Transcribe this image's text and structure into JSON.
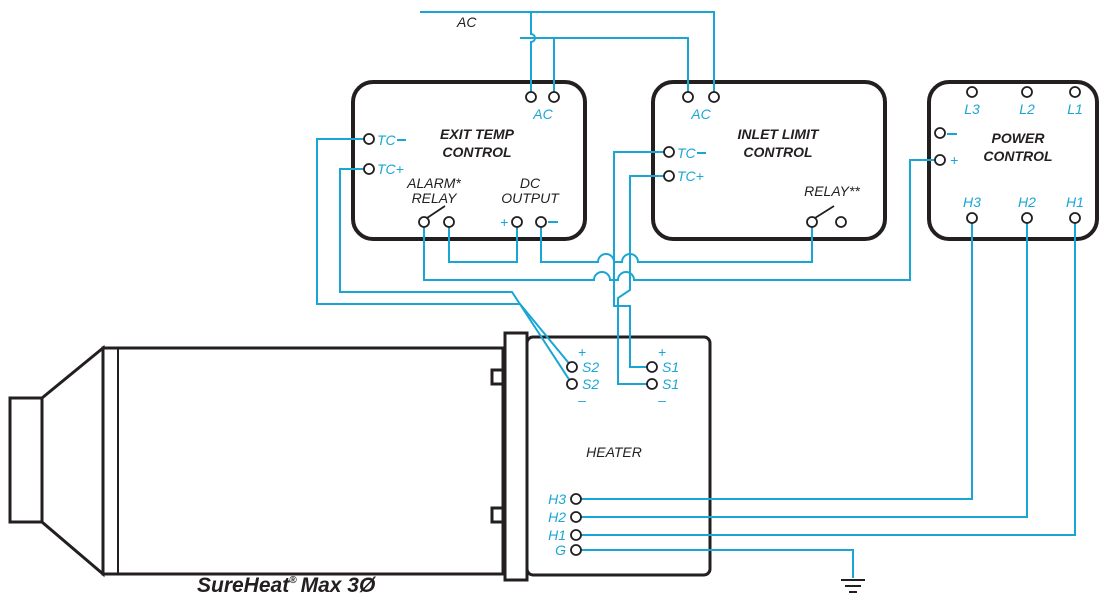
{
  "colors": {
    "wire": "#1aa6d4",
    "outline": "#231f20",
    "background": "#ffffff"
  },
  "ac_supply": {
    "label": "AC"
  },
  "exit_temp_control": {
    "title_line1": "EXIT TEMP",
    "title_line2": "CONTROL",
    "ac": "AC",
    "tc_minus": "TC",
    "tc_plus": "TC+",
    "alarm_line1": "ALARM*",
    "alarm_line2": "RELAY",
    "dc_line1": "DC",
    "dc_line2": "OUTPUT",
    "plus": "+"
  },
  "inlet_limit_control": {
    "title_line1": "INLET LIMIT",
    "title_line2": "CONTROL",
    "ac": "AC",
    "tc_minus": "TC",
    "tc_plus": "TC+",
    "relay": "RELAY**"
  },
  "power_control": {
    "title_line1": "POWER",
    "title_line2": "CONTROL",
    "l3": "L3",
    "l2": "L2",
    "l1": "L1",
    "plus": "+",
    "h3": "H3",
    "h2": "H2",
    "h1": "H1"
  },
  "heater": {
    "label": "HEATER",
    "s2_plus": "S2",
    "s2_minus": "S2",
    "s1_plus": "S1",
    "s1_minus": "S1",
    "plus_sign": "+",
    "minus_sign": "–",
    "h3": "H3",
    "h2": "H2",
    "h1": "H1",
    "g": "G"
  },
  "brand": {
    "name": "SureHeat",
    "registered": "®",
    "model": "Max 3Ø"
  }
}
